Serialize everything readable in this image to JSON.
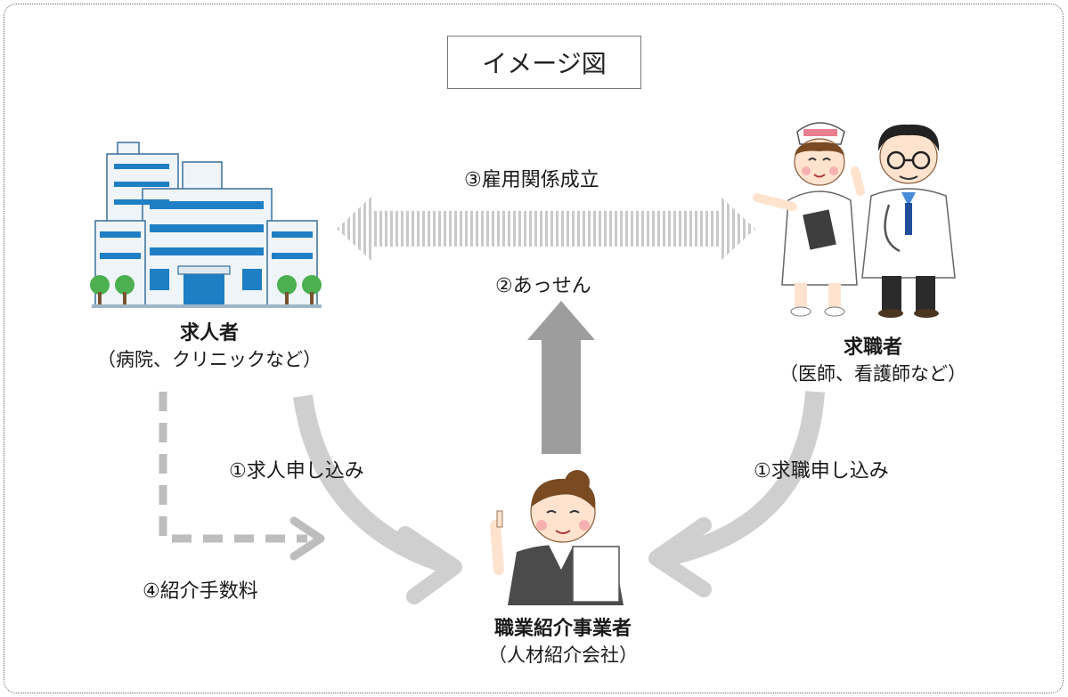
{
  "title": "イメージ図",
  "employer": {
    "name": "求人者",
    "note": "（病院、クリニックなど）"
  },
  "job_seeker": {
    "name": "求職者",
    "note": "（医師、看護師など）"
  },
  "agency": {
    "name": "職業紹介事業者",
    "note": "（人材紹介会社）"
  },
  "flows": {
    "employment": "③雇用関係成立",
    "mediation": "②あっせん",
    "job_offer_application": "①求人申し込み",
    "job_seeker_application": "①求職申し込み",
    "referral_fee": "④紹介手数料"
  },
  "colors": {
    "arrow": "#c8c8c8",
    "mediation_arrow": "#9a9a9a",
    "building": "#eaf2f8",
    "building_window": "#1f7fc4",
    "tree": "#4caf50"
  },
  "icons": [
    "hospital-icon",
    "nurse-icon",
    "doctor-icon",
    "agent-woman-icon"
  ]
}
